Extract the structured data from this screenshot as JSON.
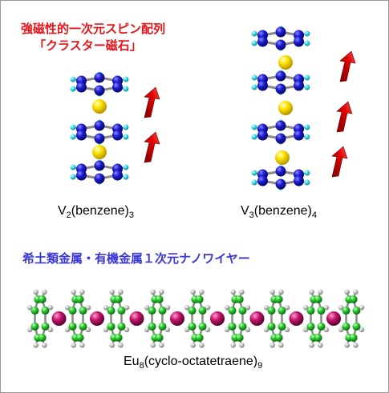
{
  "colors": {
    "title_red": "#e8141a",
    "title_blue": "#3a37d6",
    "carbon_blue": "#1c1cd2",
    "hydrogen_cyan": "#35d7e4",
    "vanadium_yellow": "#ffe200",
    "carbon_green": "#27c92c",
    "europium_magenta": "#c4146a",
    "arrow_red": "#cc0000"
  },
  "heading_red": {
    "line1": "強磁性的一次元スピン配列",
    "line2": "「クラスター磁石」"
  },
  "heading_blue": "希土類金属・有機金属１次元ナノワイヤー",
  "formula_v2": {
    "pre": "V",
    "sub1": "2",
    "mid": "(benzene)",
    "sub2": "3"
  },
  "formula_v3": {
    "pre": "V",
    "sub1": "3",
    "mid": "(benzene)",
    "sub2": "4"
  },
  "formula_eu": {
    "pre": "Eu",
    "sub1": "8",
    "mid": "(cyclo-octatetraene)",
    "sub2": "9"
  },
  "icons": {
    "spin_arrow": "red-up-arrow-icon",
    "metal_atom": "sphere-icon"
  }
}
